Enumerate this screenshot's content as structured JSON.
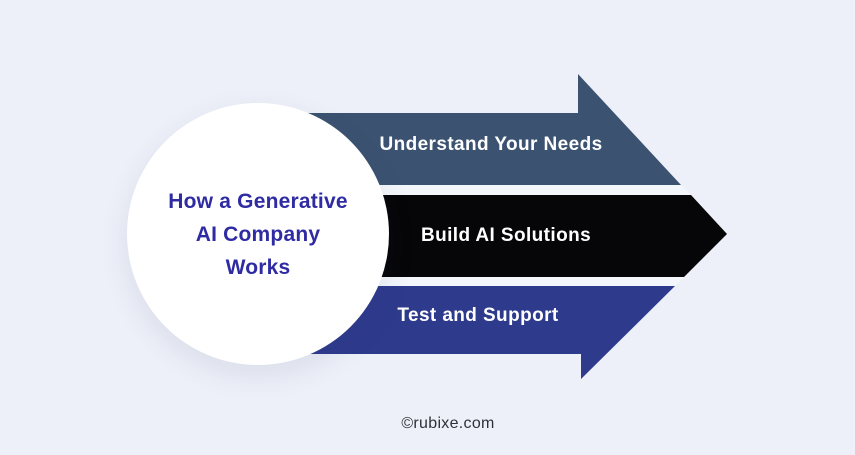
{
  "theme": {
    "bg": "#EDF0F8",
    "gap_stripe": "#F3F6FB",
    "title_color": "#2F2CA3",
    "label_color": "#FFFFFF",
    "footer_color": "#303038",
    "circle_fill": "#FFFFFF"
  },
  "title": {
    "text": "How a Generative AI Company Works",
    "lines": [
      "How a Generative",
      "AI Company",
      "Works"
    ]
  },
  "steps": [
    {
      "label": "Understand Your Needs",
      "color": "#3B5271"
    },
    {
      "label": "Build AI Solutions",
      "color": "#060608"
    },
    {
      "label": "Test and Support",
      "color": "#2E3A8C"
    }
  ],
  "footer": {
    "text": "©rubixe.com"
  }
}
